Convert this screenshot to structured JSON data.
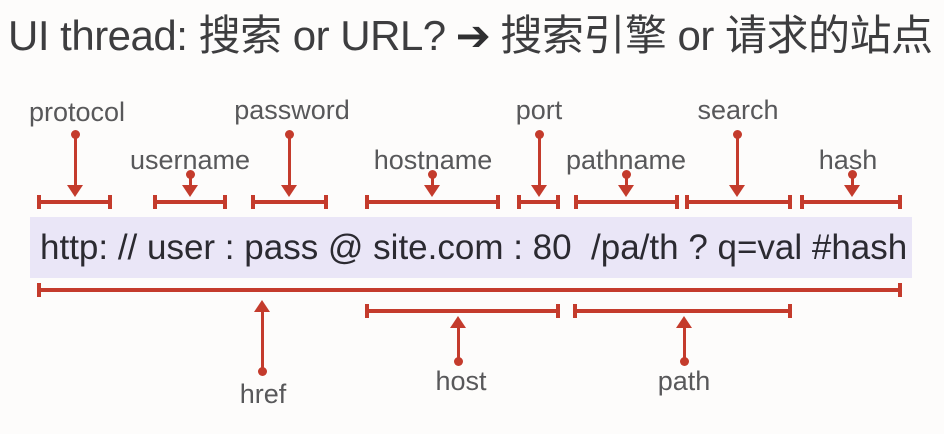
{
  "title": {
    "question": "UI thread: 搜索 or URL?",
    "arrow": "➔",
    "answer": "搜索引擎 or 请求的站点"
  },
  "url_bar": {
    "text": "http: // user : pass @ site.com : 80  /pa/th ? q=val #hash"
  },
  "anatomy": {
    "top": [
      {
        "label": "protocol"
      },
      {
        "label": "username"
      },
      {
        "label": "password"
      },
      {
        "label": "hostname"
      },
      {
        "label": "port"
      },
      {
        "label": "pathname"
      },
      {
        "label": "search"
      },
      {
        "label": "hash"
      }
    ],
    "bottom": [
      {
        "label": "href"
      },
      {
        "label": "host"
      },
      {
        "label": "path"
      }
    ]
  },
  "colors": {
    "accent_red": "#c43b2c",
    "label_gray": "#58585a",
    "title_color": "#3d3d3f",
    "url_bar_bg": "#eae6f7",
    "url_text_color": "#2b2a31",
    "background": "#fdfcfb"
  }
}
